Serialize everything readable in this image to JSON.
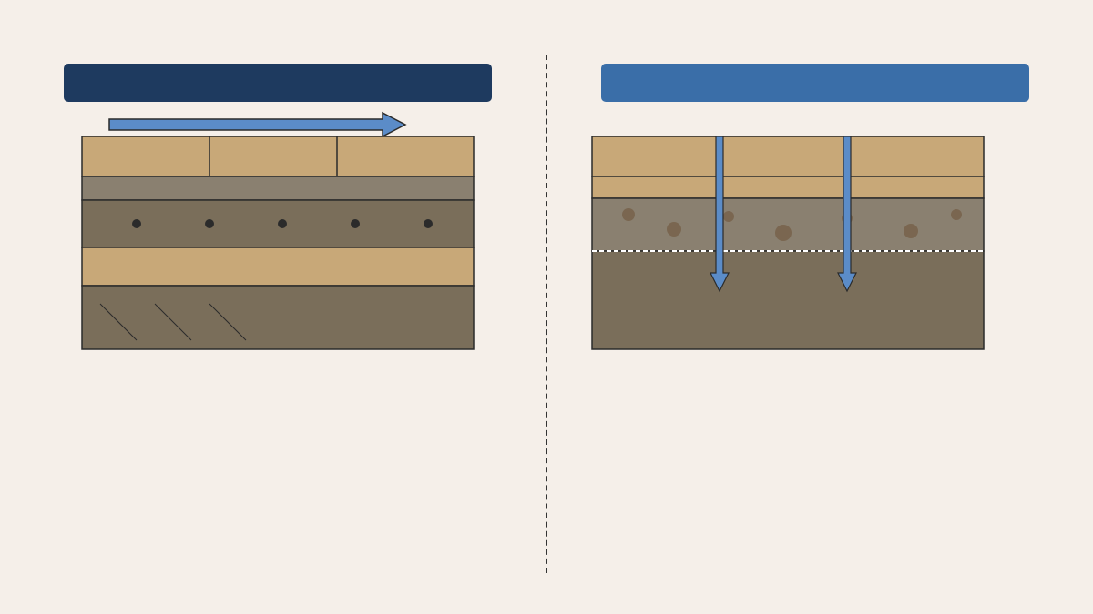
{
  "panels": {
    "left": {
      "header_title": "",
      "header_color": "#1e3a5f",
      "flow_direction": "horizontal",
      "arrow_color": "#5b8cc8",
      "layers": [
        {
          "name": "pavers",
          "color": "#c8a878"
        },
        {
          "name": "bedding-layer",
          "color": "#8a8070"
        },
        {
          "name": "perforated-pipe-layer",
          "color": "#7a6e5a"
        },
        {
          "name": "sand-layer",
          "color": "#c8a878"
        },
        {
          "name": "subgrade",
          "color": "#7a6e5a"
        }
      ]
    },
    "right": {
      "header_title": "",
      "header_color": "#3a6ea8",
      "flow_direction": "vertical",
      "arrow_color": "#5b8cc8",
      "layers": [
        {
          "name": "pavers",
          "color": "#c8a878"
        },
        {
          "name": "bedding-layer",
          "color": "#c8a878"
        },
        {
          "name": "aggregate-base",
          "color": "#8a8070"
        },
        {
          "name": "subgrade",
          "color": "#7a6e5a"
        }
      ]
    }
  }
}
